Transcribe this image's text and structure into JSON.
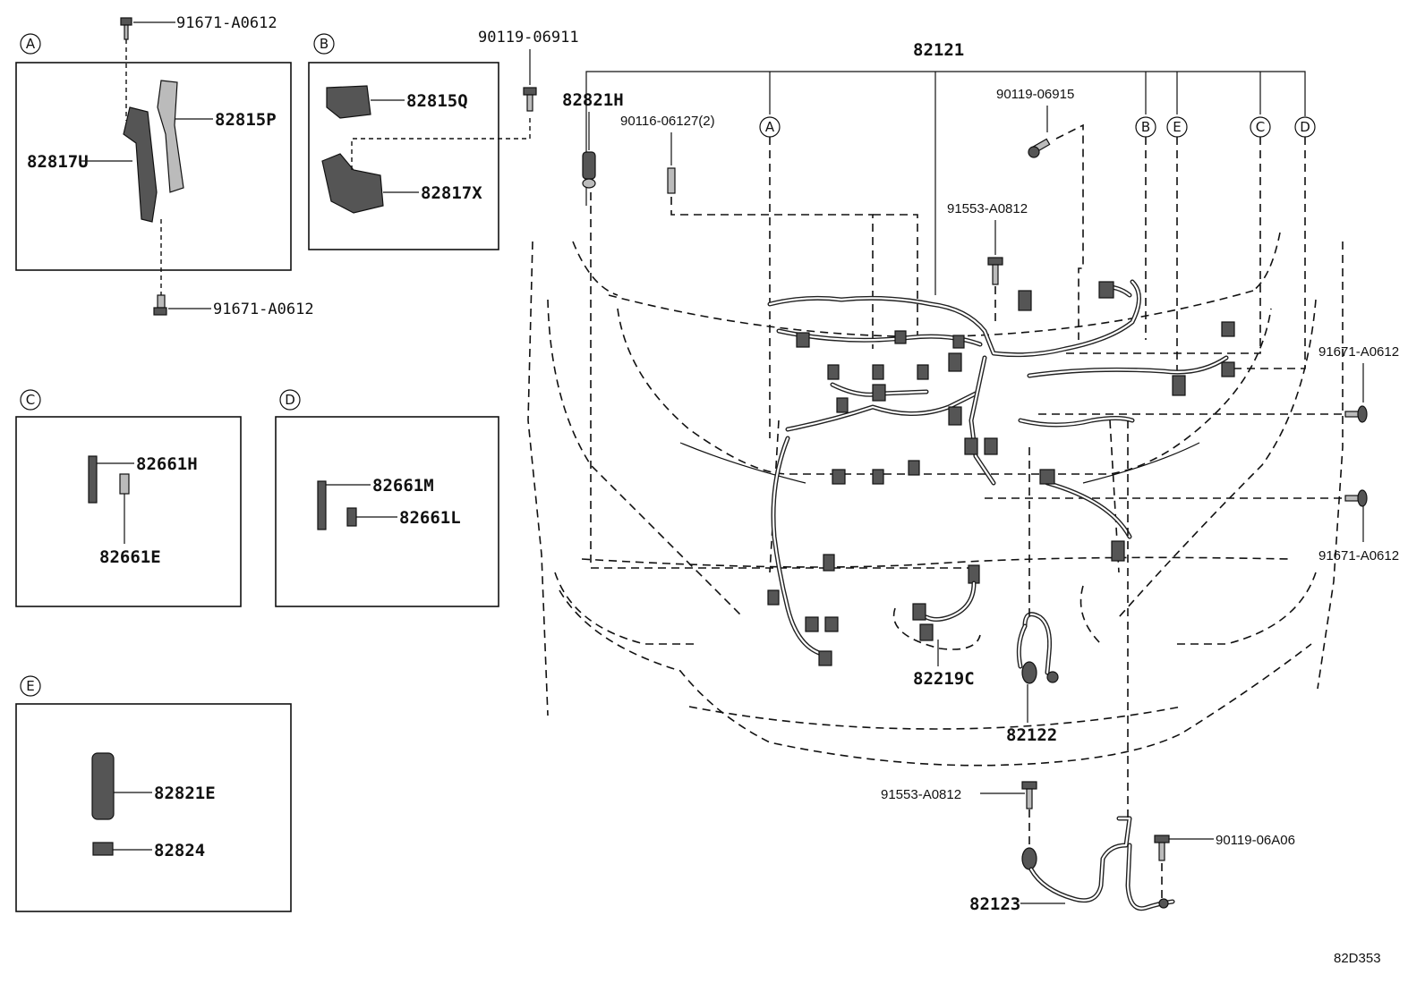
{
  "insets": {
    "A": {
      "letter": "A",
      "parts": {
        "bolt_top": "91671-A0612",
        "bracket_p": "82815P",
        "bracket_u": "82817U",
        "bolt_bottom": "91671-A0612"
      }
    },
    "B": {
      "letter": "B",
      "parts": {
        "bracket_q": "82815Q",
        "bracket_x": "82817X"
      }
    },
    "C": {
      "letter": "C",
      "parts": {
        "clip_h": "82661H",
        "clip_e": "82661E"
      }
    },
    "D": {
      "letter": "D",
      "parts": {
        "clip_m": "82661M",
        "clip_l": "82661L"
      }
    },
    "E": {
      "letter": "E",
      "parts": {
        "fuse_block": "82821E",
        "fuse": "82824"
      }
    }
  },
  "main": {
    "bolt_top_b": "90119-06911",
    "harness": "82121",
    "holder": "82821H",
    "stud": "90116-06127(2)",
    "bolt_top_right": "90119-06915",
    "bolt_mid": "91553-A0812",
    "bolt_right_upper": "91671-A0612",
    "bolt_right_lower": "91671-A0612",
    "sub_harness_c": "82219C",
    "wire_122": "82122",
    "bolt_lower": "91553-A0812",
    "bolt_lower_right": "90119-06A06",
    "wire_123": "82123",
    "refs": {
      "A": "A",
      "B": "B",
      "E": "E",
      "C": "C",
      "D": "D"
    }
  },
  "figure_code": "82D353"
}
